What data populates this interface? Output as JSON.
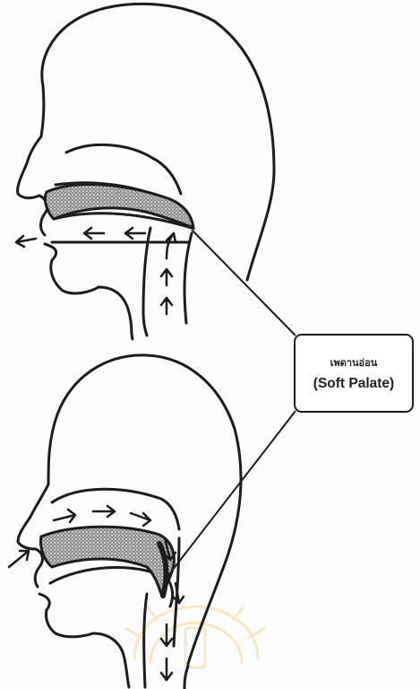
{
  "callout": {
    "label_thai": "เพดานอ่อน",
    "label_english": "(Soft Palate)"
  },
  "colors": {
    "ink": "#1c1c1c",
    "palate_fill": "#9a9a9a",
    "watermark": "#e9c26a"
  },
  "icons": [
    "airflow-arrow",
    "watermark-seal"
  ]
}
